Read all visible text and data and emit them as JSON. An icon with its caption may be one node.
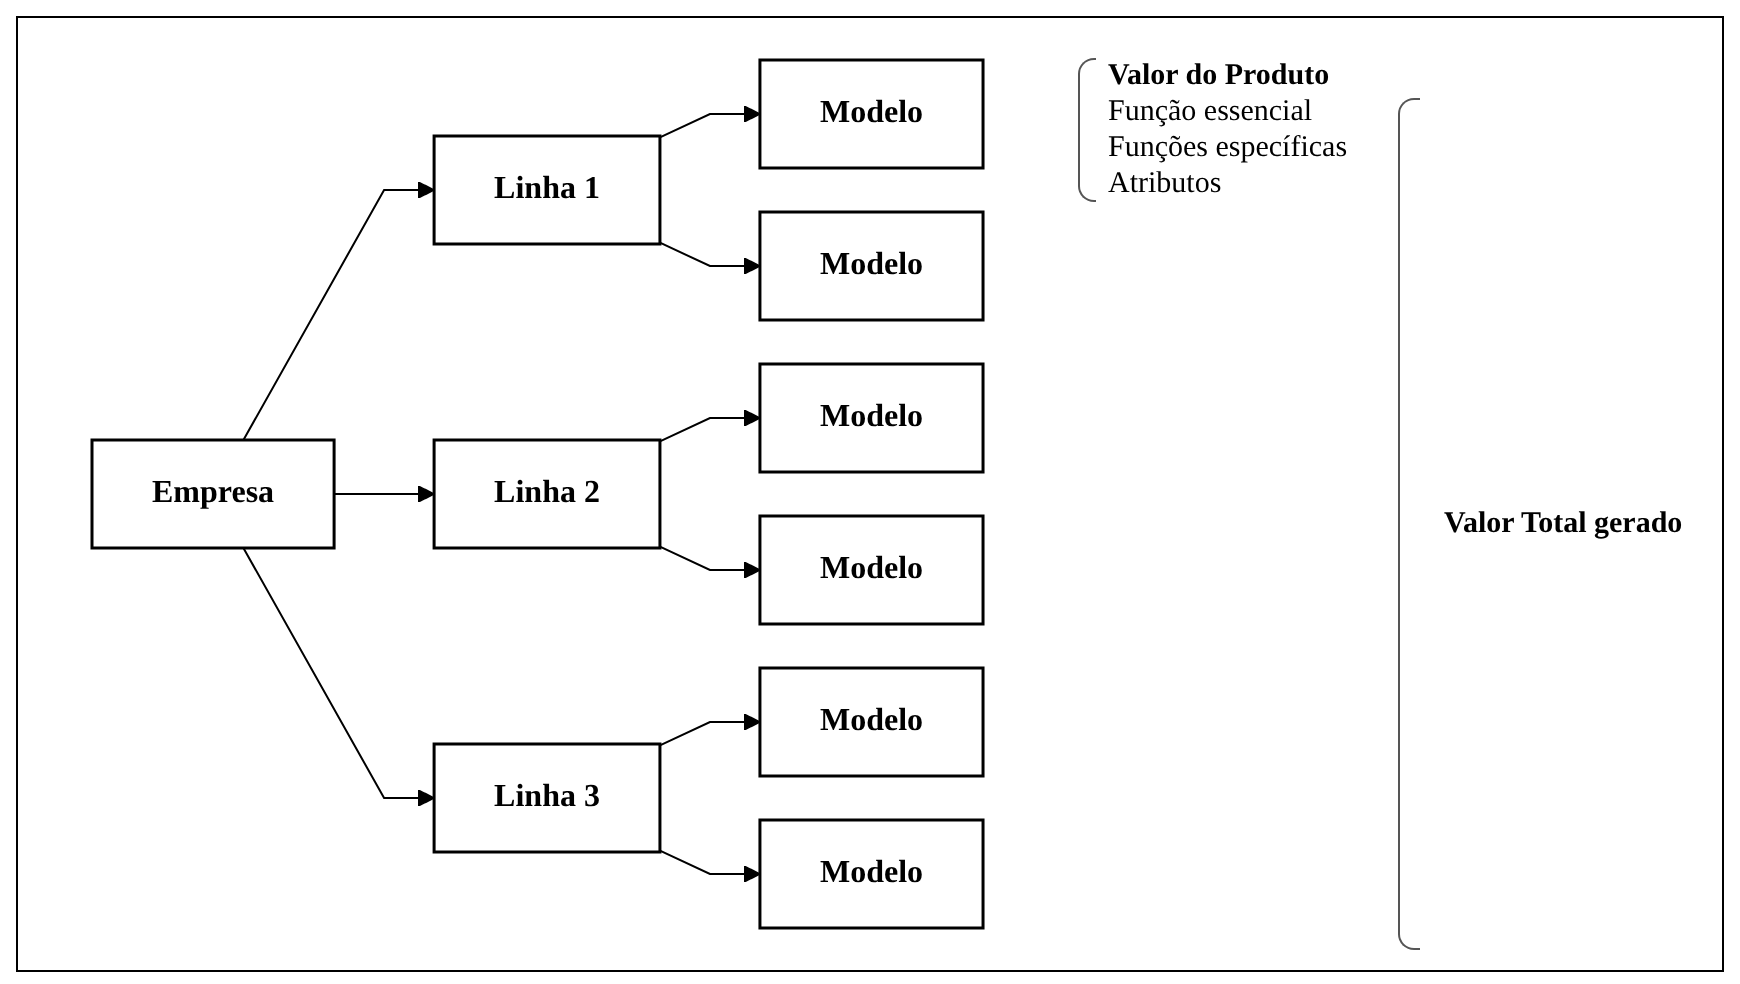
{
  "diagram": {
    "nodes": [
      {
        "text": [
          "Empresa"
        ]
      },
      {
        "text": [
          "Linha 1"
        ]
      },
      {
        "text": [
          "Linha 2"
        ]
      },
      {
        "text": [
          "Linha 3"
        ]
      },
      {
        "text": [
          "Modelo"
        ]
      },
      {
        "text": [
          "Modelo"
        ]
      },
      {
        "text": [
          "Modelo"
        ]
      },
      {
        "text": [
          "Modelo"
        ]
      },
      {
        "text": [
          "Modelo"
        ]
      },
      {
        "text": [
          "Modelo"
        ]
      }
    ],
    "edges": [
      {
        "from": 0,
        "to": 1,
        "arrow": "to"
      },
      {
        "from": 0,
        "to": 2,
        "arrow": "to"
      },
      {
        "from": 0,
        "to": 3,
        "arrow": "to"
      },
      {
        "from": 1,
        "to": 4,
        "arrow": "to"
      },
      {
        "from": 1,
        "to": 5,
        "arrow": "to"
      },
      {
        "from": 2,
        "to": 6,
        "arrow": "to"
      },
      {
        "from": 2,
        "to": 7,
        "arrow": "to"
      },
      {
        "from": 3,
        "to": 8,
        "arrow": "to"
      },
      {
        "from": 3,
        "to": 9,
        "arrow": "to"
      }
    ],
    "labels": [
      "Valor do Produto",
      "Função essencial",
      "Funções específicas",
      "Atributos",
      "Valor Total gerado"
    ]
  }
}
